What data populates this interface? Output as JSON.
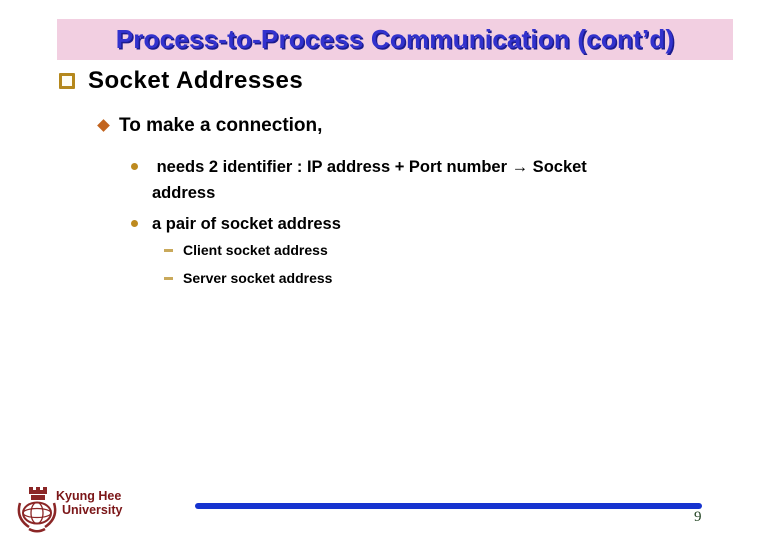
{
  "slide": {
    "title": "Process-to-Process Communication (cont’d)",
    "bullets": {
      "heading": "Socket Addresses",
      "sub": "To make a connection,",
      "item1": " needs 2 identifier : IP address + Port number → Socket\naddress",
      "item2": "a pair of socket address",
      "subitem1": "Client socket address",
      "subitem2": "Server socket address"
    },
    "footer": {
      "university_line1": "Kyung Hee",
      "university_line2": "University",
      "page_number": "9"
    },
    "colors": {
      "title_text": "#3232CD",
      "title_shadow": "#1B1B8E",
      "title_background": "#F2CFE1",
      "body_text": "#000000",
      "square_bullet": "#B5881C",
      "diamond_bullet": "#C2641E",
      "circle_bullet": "#BE8A1E",
      "dash_bullet": "#C9A95B",
      "footer_text": "#7B1618",
      "divider_line": "#1633CF",
      "page_number_text": "#234423",
      "logo": "#8B2626"
    }
  }
}
